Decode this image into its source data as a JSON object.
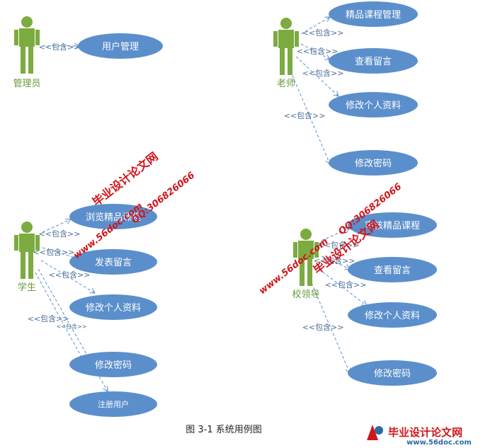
{
  "actors": [
    {
      "id": "admin",
      "label": "管理员"
    },
    {
      "id": "teacher",
      "label": "老师"
    },
    {
      "id": "student",
      "label": "学生"
    },
    {
      "id": "leader",
      "label": "校领导"
    }
  ],
  "use_cases": {
    "admin_user_mgmt": "用户管理",
    "t_course_mgmt": "精品课程管理",
    "t_view_msg": "查看留言",
    "t_edit_profile": "修改个人资料",
    "t_edit_pwd": "修改密码",
    "s_browse": "浏览精品课程",
    "s_post_msg": "发表留言",
    "s_edit_profile": "修改个人资料",
    "s_edit_pwd": "修改密码",
    "s_register": "注册用户",
    "l_review": "审核精品课程",
    "l_view_msg": "查看留言",
    "l_edit_profile": "修改个人资料",
    "l_edit_pwd": "修改密码"
  },
  "relation": {
    "include": "<<包含>>",
    "include_small": "<<包含>>"
  },
  "caption": "图 3-1  系统用例图",
  "watermarks": {
    "site_name": "毕业设计论文网",
    "url": "www.56doc.com",
    "qq": "QQ:306826066"
  },
  "logo": {
    "name": "毕业设计论文网",
    "url": "www.56doc.com"
  },
  "colors": {
    "actor": "#7cab3f",
    "use_case": "#5b8fcc",
    "edge": "#5b8fcc",
    "watermark": "#d0161c"
  }
}
